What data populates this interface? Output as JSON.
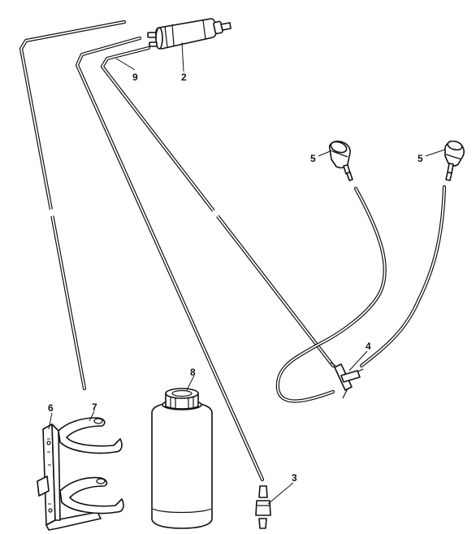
{
  "diagram": {
    "callouts": {
      "pump": "2",
      "inline_connector": "3",
      "t_piece": "4",
      "jet_left": "5",
      "jet_right": "5",
      "bracket": "6",
      "clip": "7",
      "reservoir": "8",
      "tube_end": "9"
    },
    "colors": {
      "line": "#111111",
      "paper": "#ffffff"
    }
  }
}
